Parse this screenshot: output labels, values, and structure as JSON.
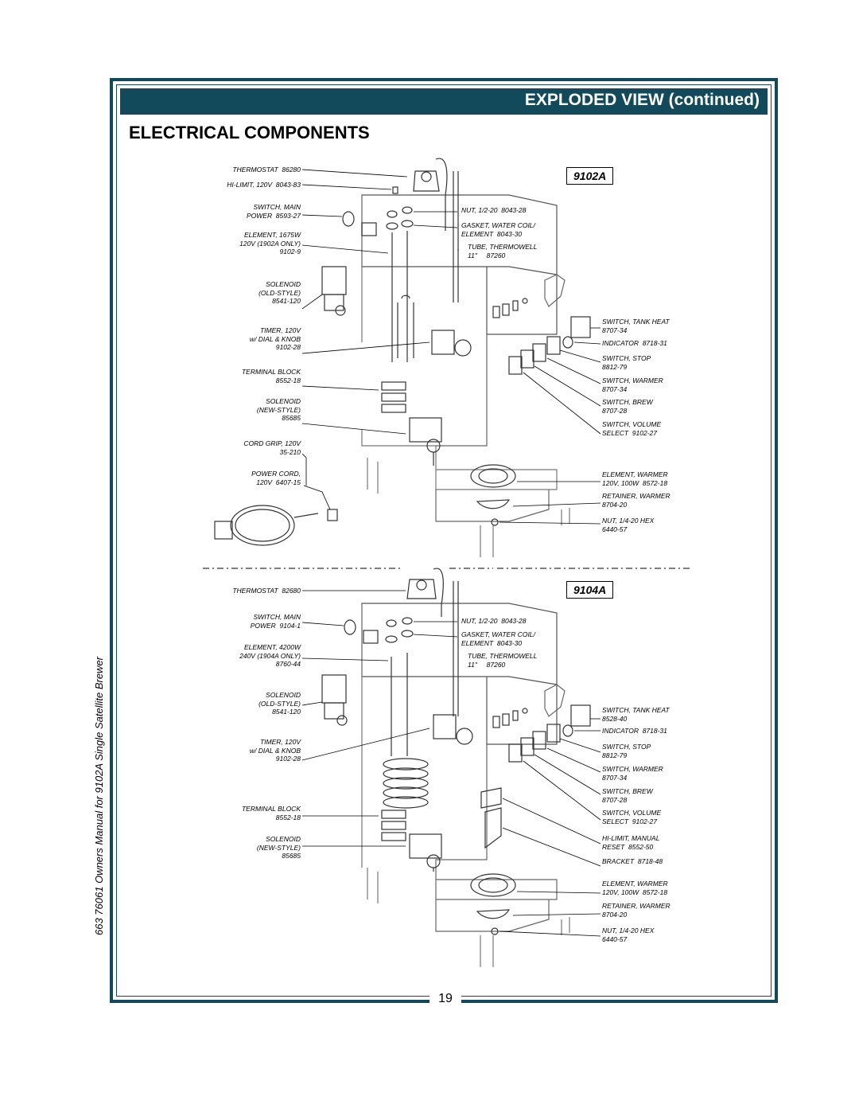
{
  "header": {
    "title": "EXPLODED VIEW (continued)"
  },
  "section_title": "ELECTRICAL COMPONENTS",
  "side_text": "663  76061 Owners Manual for 9102A Single Satellite Brewer",
  "page_number": "19",
  "colors": {
    "frame": "#124a5c"
  },
  "top": {
    "model": "9102A",
    "left_labels": [
      {
        "id": "thermostat",
        "text": "THERMOSTAT  86280"
      },
      {
        "id": "hilimit",
        "text": "HI-LIMIT, 120V  8043-83"
      },
      {
        "id": "switch-main",
        "text": "SWITCH, MAIN\nPOWER  8593-27"
      },
      {
        "id": "element",
        "text": "ELEMENT, 1675W\n120V (1902A ONLY)\n9102-9"
      },
      {
        "id": "solenoid-old",
        "text": "SOLENOID\n(OLD-STYLE)\n8541-120"
      },
      {
        "id": "timer",
        "text": "TIMER, 120V\nw/ DIAL & KNOB\n9102-28"
      },
      {
        "id": "terminal-block",
        "text": "TERMINAL BLOCK\n8552-18"
      },
      {
        "id": "solenoid-new",
        "text": "SOLENOID\n(NEW-STYLE)\n85685"
      },
      {
        "id": "cord-grip",
        "text": "CORD GRIP, 120V\n35-210"
      },
      {
        "id": "power-cord",
        "text": "POWER CORD,\n120V  6407-15"
      }
    ],
    "center_labels": [
      {
        "id": "nut",
        "text": "NUT, 1/2-20  8043-28"
      },
      {
        "id": "gasket",
        "text": "GASKET, WATER COIL/\nELEMENT  8043-30"
      },
      {
        "id": "tube",
        "text": "TUBE, THERMOWELL\n11\"     87260"
      }
    ],
    "right_labels": [
      {
        "id": "switch-tank-heat",
        "text": "SWITCH, TANK HEAT\n8707-34"
      },
      {
        "id": "indicator",
        "text": "INDICATOR  8718-31"
      },
      {
        "id": "switch-stop",
        "text": "SWITCH, STOP\n8812-79"
      },
      {
        "id": "switch-warmer",
        "text": "SWITCH, WARMER\n8707-34"
      },
      {
        "id": "switch-brew",
        "text": "SWITCH, BREW\n8707-28"
      },
      {
        "id": "switch-volume",
        "text": "SWITCH, VOLUME\nSELECT  9102-27"
      },
      {
        "id": "element-warmer",
        "text": "ELEMENT, WARMER\n120V, 100W  8572-18"
      },
      {
        "id": "retainer-warmer",
        "text": "RETAINER, WARMER\n8704-20"
      },
      {
        "id": "nut-hex",
        "text": "NUT, 1/4-20 HEX\n6440-57"
      }
    ]
  },
  "bottom": {
    "model": "9104A",
    "left_labels": [
      {
        "id": "thermostat",
        "text": "THERMOSTAT  82680"
      },
      {
        "id": "switch-main",
        "text": "SWITCH, MAIN\nPOWER  9104-1"
      },
      {
        "id": "element",
        "text": "ELEMENT, 4200W\n240V (1904A ONLY)\n8760-44"
      },
      {
        "id": "solenoid-old",
        "text": "SOLENOID\n(OLD-STYLE)\n8541-120"
      },
      {
        "id": "timer",
        "text": "TIMER, 120V\nw/ DIAL & KNOB\n9102-28"
      },
      {
        "id": "terminal-block",
        "text": "TERMINAL BLOCK\n8552-18"
      },
      {
        "id": "solenoid-new",
        "text": "SOLENOID\n(NEW-STYLE)\n85685"
      }
    ],
    "center_labels": [
      {
        "id": "nut",
        "text": "NUT, 1/2-20  8043-28"
      },
      {
        "id": "gasket",
        "text": "GASKET, WATER COIL/\nELEMENT  8043-30"
      },
      {
        "id": "tube",
        "text": "TUBE, THERMOWELL\n11\"     87260"
      }
    ],
    "right_labels": [
      {
        "id": "switch-tank-heat",
        "text": "SWITCH, TANK HEAT\n8528-40"
      },
      {
        "id": "indicator",
        "text": "INDICATOR  8718-31"
      },
      {
        "id": "switch-stop",
        "text": "SWITCH, STOP\n8812-79"
      },
      {
        "id": "switch-warmer",
        "text": "SWITCH, WARMER\n8707-34"
      },
      {
        "id": "switch-brew",
        "text": "SWITCH, BREW\n8707-28"
      },
      {
        "id": "switch-volume",
        "text": "SWITCH, VOLUME\nSELECT  9102-27"
      },
      {
        "id": "hilimit-manual",
        "text": "HI-LIMIT, MANUAL\nRESET  8552-50"
      },
      {
        "id": "bracket",
        "text": "BRACKET  8718-48"
      },
      {
        "id": "element-warmer",
        "text": "ELEMENT, WARMER\n120V, 100W  8572-18"
      },
      {
        "id": "retainer-warmer",
        "text": "RETAINER, WARMER\n8704-20"
      },
      {
        "id": "nut-hex",
        "text": "NUT, 1/4-20 HEX\n6440-57"
      }
    ]
  }
}
